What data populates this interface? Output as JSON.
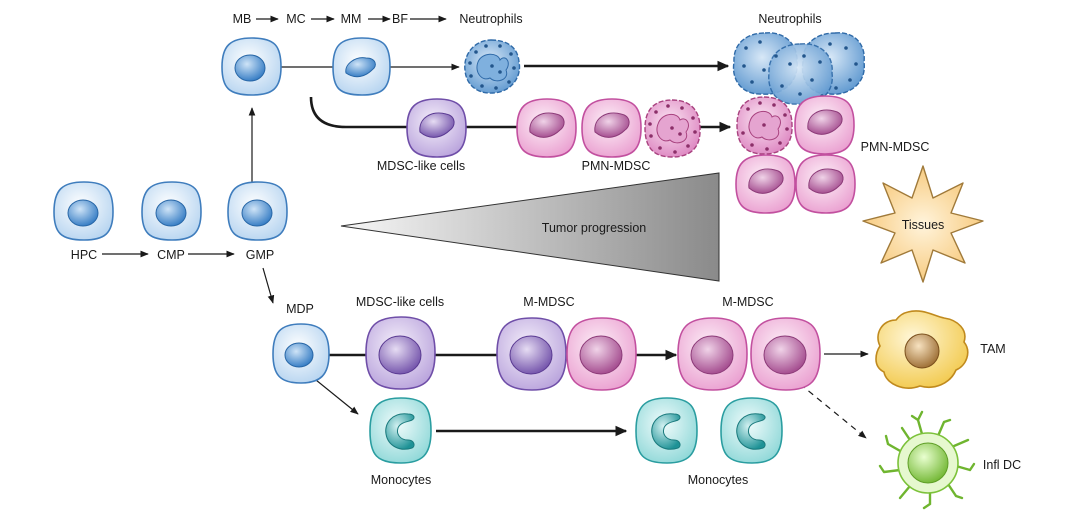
{
  "labels": {
    "mb": "MB",
    "mc": "MC",
    "mm": "MM",
    "bf": "BF",
    "neutrophils_top": "Neutrophils",
    "neutrophils_right": "Neutrophils",
    "mdsc_like_top": "MDSC-like cells",
    "pmn_mdsc_mid": "PMN-MDSC",
    "pmn_mdsc_right": "PMN-MDSC",
    "hpc": "HPC",
    "cmp": "CMP",
    "gmp": "GMP",
    "tumor_progression": "Tumor progression",
    "tissues": "Tissues",
    "mdp": "MDP",
    "mdsc_like_bottom": "MDSC-like cells",
    "m_mdsc_1": "M-MDSC",
    "m_mdsc_2": "M-MDSC",
    "tam": "TAM",
    "monocytes_left": "Monocytes",
    "monocytes_right": "Monocytes",
    "infl_dc": "Infl DC"
  },
  "colors": {
    "blue_cell": "#cfe3f5",
    "blue_nucleus": "#5b9bd5",
    "purple_cell": "#d9cde9",
    "purple_nucleus": "#9a80c2",
    "pink_cell": "#f4cde6",
    "pink_nucleus": "#c873ad",
    "teal_cell": "#c7ecec",
    "teal_nucleus": "#3fb0b3",
    "tissue_star": "#fbdca0",
    "tam": "#f7dc8a",
    "dc": "#c9ee9c"
  }
}
